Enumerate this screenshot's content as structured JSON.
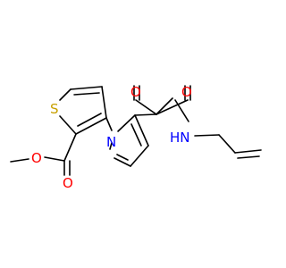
{
  "diagram": {
    "atoms": {
      "sulfur": "S",
      "nitrogen": "N",
      "amide_nh": "HN",
      "ketone_o": "O",
      "amide_o": "O",
      "ester_o_single": "O",
      "ester_o_double": "O"
    },
    "colors": {
      "sulfur": "#c8a000",
      "nitrogen": "#0000ff",
      "oxygen": "#ff0000",
      "bond": "#000000"
    }
  }
}
